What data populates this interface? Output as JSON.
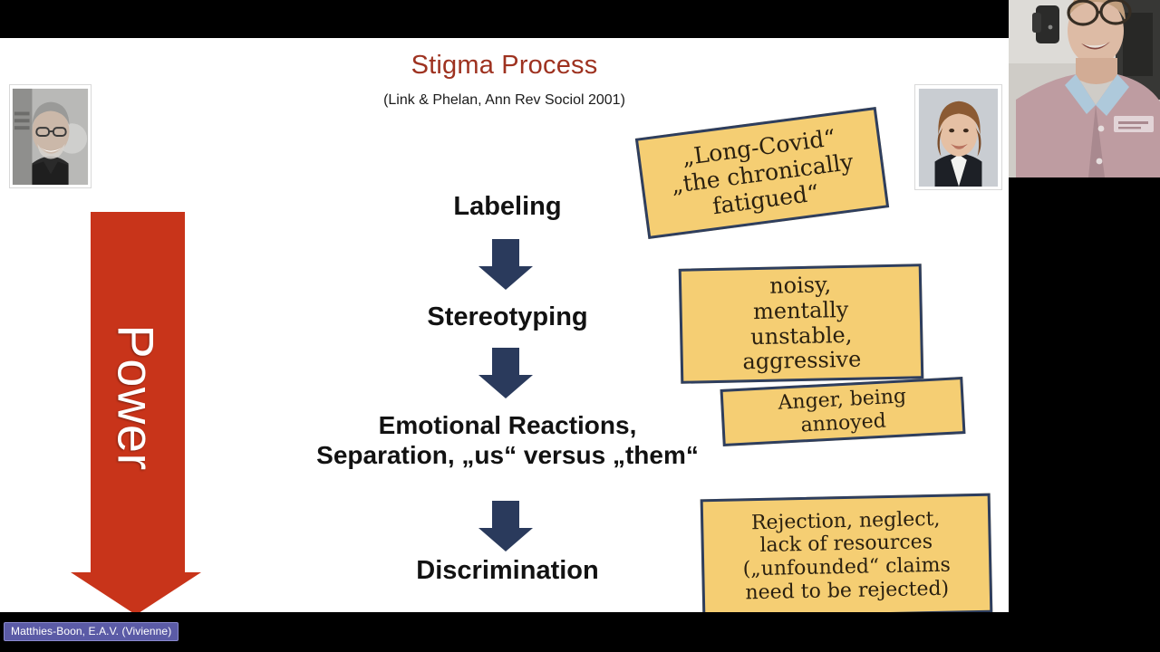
{
  "meeting": {
    "name_badge": "Matthies-Boon, E.A.V. (Vivienne)",
    "badge_color": "#5B5BA6"
  },
  "webcam": {
    "label": "webcam-video-self-view"
  },
  "slide": {
    "title": "Stigma Process",
    "citation": "(Link & Phelan, Ann Rev Sociol 2001)",
    "title_color": "#9E3220",
    "background": "#FFFFFF",
    "power_arrow": {
      "label": "Power",
      "color": "#C8341A",
      "direction": "down"
    },
    "flow": {
      "arrow_color": "#2A3A5C",
      "steps": [
        {
          "label": "Labeling"
        },
        {
          "label": "Stereotyping"
        },
        {
          "label": "Emotional Reactions,\nSeparation, „us“ versus „them“"
        },
        {
          "label": "Discrimination"
        }
      ]
    },
    "notes": {
      "fill": "#F5CE73",
      "border": "#2E3E5E",
      "items": [
        {
          "text": "„Long-Covid“\n„the chronically\nfatigued“"
        },
        {
          "text": "noisy,\nmentally\nunstable,\naggressive"
        },
        {
          "text": "Anger, being\nannoyed"
        },
        {
          "text": "Rejection, neglect,\nlack of resources\n(„unfounded“ claims\nneed to be rejected)"
        }
      ]
    },
    "portraits": [
      {
        "label": "portrait-photo-man-grayscale"
      },
      {
        "label": "portrait-photo-woman"
      }
    ]
  }
}
